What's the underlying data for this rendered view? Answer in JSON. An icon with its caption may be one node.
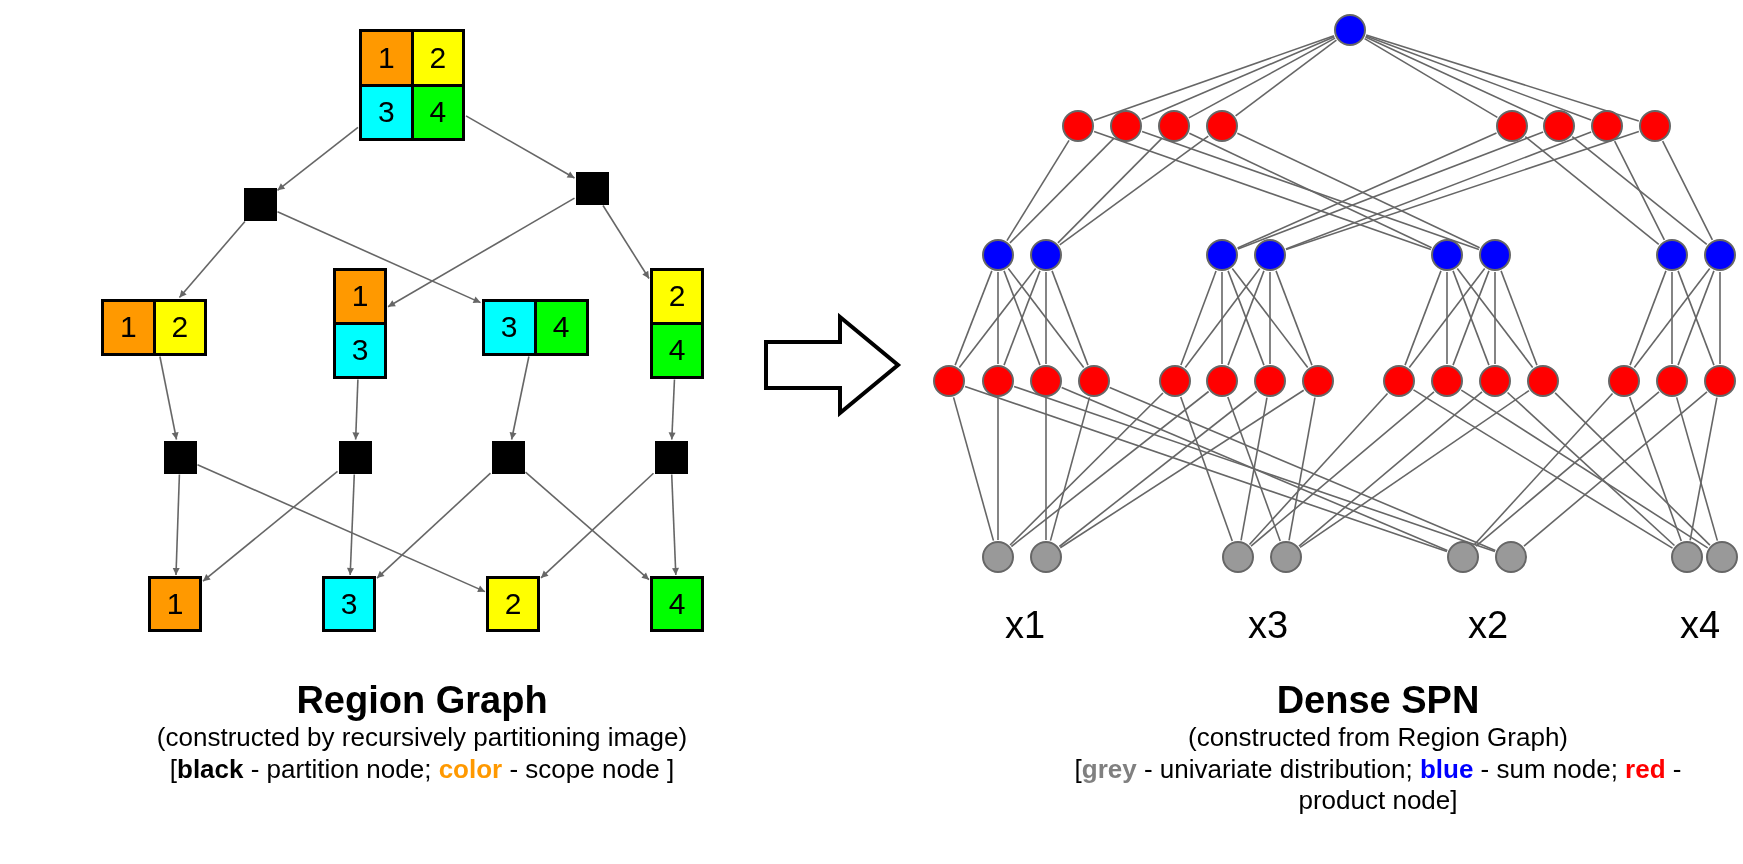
{
  "diagram": {
    "nodes": [
      {
        "text": [
          "1",
          "2",
          "3",
          "4"
        ]
      },
      {
        "text": [],
        "shape": "box"
      },
      {
        "text": [],
        "shape": "box"
      },
      {
        "text": [
          "1",
          "2"
        ]
      },
      {
        "text": [
          "1",
          "3"
        ]
      },
      {
        "text": [
          "3",
          "4"
        ]
      },
      {
        "text": [
          "2",
          "4"
        ]
      },
      {
        "text": [],
        "shape": "box"
      },
      {
        "text": [],
        "shape": "box"
      },
      {
        "text": [],
        "shape": "box"
      },
      {
        "text": [],
        "shape": "box"
      },
      {
        "text": [
          "1"
        ]
      },
      {
        "text": [
          "3"
        ]
      },
      {
        "text": [
          "2"
        ]
      },
      {
        "text": [
          "4"
        ]
      },
      {
        "text": [],
        "shape": "circle"
      },
      {
        "text": [],
        "shape": "circle"
      },
      {
        "text": [],
        "shape": "circle"
      },
      {
        "text": [],
        "shape": "circle"
      },
      {
        "text": [],
        "shape": "circle"
      },
      {
        "text": [],
        "shape": "circle"
      },
      {
        "text": [],
        "shape": "circle"
      },
      {
        "text": [],
        "shape": "circle"
      },
      {
        "text": [],
        "shape": "circle"
      },
      {
        "text": [],
        "shape": "circle"
      },
      {
        "text": [],
        "shape": "circle"
      },
      {
        "text": [],
        "shape": "circle"
      },
      {
        "text": [],
        "shape": "circle"
      },
      {
        "text": [],
        "shape": "circle"
      },
      {
        "text": [],
        "shape": "circle"
      },
      {
        "text": [],
        "shape": "circle"
      },
      {
        "text": [],
        "shape": "circle"
      },
      {
        "text": [],
        "shape": "circle"
      },
      {
        "text": [],
        "shape": "circle"
      },
      {
        "text": [],
        "shape": "circle"
      },
      {
        "text": [],
        "shape": "circle"
      },
      {
        "text": [],
        "shape": "circle"
      },
      {
        "text": [],
        "shape": "circle"
      },
      {
        "text": [],
        "shape": "circle"
      },
      {
        "text": [],
        "shape": "circle"
      },
      {
        "text": [],
        "shape": "circle"
      },
      {
        "text": [],
        "shape": "circle"
      },
      {
        "text": [],
        "shape": "circle"
      },
      {
        "text": [],
        "shape": "circle"
      },
      {
        "text": [],
        "shape": "circle"
      },
      {
        "text": [],
        "shape": "circle"
      },
      {
        "text": [],
        "shape": "circle"
      },
      {
        "text": [],
        "shape": "circle"
      },
      {
        "text": [],
        "shape": "circle"
      },
      {
        "text": [],
        "shape": "circle"
      },
      {
        "text": [],
        "shape": "circle"
      },
      {
        "text": [],
        "shape": "circle"
      },
      {
        "text": [],
        "shape": "circle"
      },
      {
        "text": [],
        "shape": "circle"
      },
      {
        "text": [],
        "shape": "circle"
      }
    ],
    "edges": [
      {
        "from": 0,
        "to": 1,
        "arrow": "to"
      },
      {
        "from": 0,
        "to": 2,
        "arrow": "to"
      },
      {
        "from": 1,
        "to": 3,
        "arrow": "to"
      },
      {
        "from": 1,
        "to": 5,
        "arrow": "to"
      },
      {
        "from": 2,
        "to": 4,
        "arrow": "to"
      },
      {
        "from": 2,
        "to": 6,
        "arrow": "to"
      },
      {
        "from": 3,
        "to": 7,
        "arrow": "to"
      },
      {
        "from": 4,
        "to": 8,
        "arrow": "to"
      },
      {
        "from": 5,
        "to": 9,
        "arrow": "to"
      },
      {
        "from": 6,
        "to": 10,
        "arrow": "to"
      },
      {
        "from": 7,
        "to": 11,
        "arrow": "to"
      },
      {
        "from": 7,
        "to": 13,
        "arrow": "to"
      },
      {
        "from": 8,
        "to": 11,
        "arrow": "to"
      },
      {
        "from": 8,
        "to": 12,
        "arrow": "to"
      },
      {
        "from": 9,
        "to": 12,
        "arrow": "to"
      },
      {
        "from": 9,
        "to": 14,
        "arrow": "to"
      },
      {
        "from": 10,
        "to": 13,
        "arrow": "to"
      },
      {
        "from": 10,
        "to": 14,
        "arrow": "to"
      },
      {
        "from": 15,
        "to": 16,
        "arrow": "none"
      },
      {
        "from": 15,
        "to": 17,
        "arrow": "none"
      },
      {
        "from": 15,
        "to": 18,
        "arrow": "none"
      },
      {
        "from": 15,
        "to": 19,
        "arrow": "none"
      },
      {
        "from": 15,
        "to": 20,
        "arrow": "none"
      },
      {
        "from": 15,
        "to": 21,
        "arrow": "none"
      },
      {
        "from": 15,
        "to": 22,
        "arrow": "none"
      },
      {
        "from": 15,
        "to": 23,
        "arrow": "none"
      },
      {
        "from": 16,
        "to": 24,
        "arrow": "none"
      },
      {
        "from": 16,
        "to": 28,
        "arrow": "none"
      },
      {
        "from": 17,
        "to": 24,
        "arrow": "none"
      },
      {
        "from": 17,
        "to": 29,
        "arrow": "none"
      },
      {
        "from": 18,
        "to": 25,
        "arrow": "none"
      },
      {
        "from": 18,
        "to": 28,
        "arrow": "none"
      },
      {
        "from": 19,
        "to": 25,
        "arrow": "none"
      },
      {
        "from": 19,
        "to": 29,
        "arrow": "none"
      },
      {
        "from": 20,
        "to": 26,
        "arrow": "none"
      },
      {
        "from": 20,
        "to": 30,
        "arrow": "none"
      },
      {
        "from": 21,
        "to": 26,
        "arrow": "none"
      },
      {
        "from": 21,
        "to": 31,
        "arrow": "none"
      },
      {
        "from": 22,
        "to": 27,
        "arrow": "none"
      },
      {
        "from": 22,
        "to": 30,
        "arrow": "none"
      },
      {
        "from": 23,
        "to": 27,
        "arrow": "none"
      },
      {
        "from": 23,
        "to": 31,
        "arrow": "none"
      },
      {
        "from": 24,
        "to": 32,
        "arrow": "none"
      },
      {
        "from": 24,
        "to": 33,
        "arrow": "none"
      },
      {
        "from": 24,
        "to": 34,
        "arrow": "none"
      },
      {
        "from": 24,
        "to": 35,
        "arrow": "none"
      },
      {
        "from": 25,
        "to": 32,
        "arrow": "none"
      },
      {
        "from": 25,
        "to": 33,
        "arrow": "none"
      },
      {
        "from": 25,
        "to": 34,
        "arrow": "none"
      },
      {
        "from": 25,
        "to": 35,
        "arrow": "none"
      },
      {
        "from": 26,
        "to": 36,
        "arrow": "none"
      },
      {
        "from": 26,
        "to": 37,
        "arrow": "none"
      },
      {
        "from": 26,
        "to": 38,
        "arrow": "none"
      },
      {
        "from": 26,
        "to": 39,
        "arrow": "none"
      },
      {
        "from": 27,
        "to": 36,
        "arrow": "none"
      },
      {
        "from": 27,
        "to": 37,
        "arrow": "none"
      },
      {
        "from": 27,
        "to": 38,
        "arrow": "none"
      },
      {
        "from": 27,
        "to": 39,
        "arrow": "none"
      },
      {
        "from": 28,
        "to": 40,
        "arrow": "none"
      },
      {
        "from": 28,
        "to": 41,
        "arrow": "none"
      },
      {
        "from": 28,
        "to": 42,
        "arrow": "none"
      },
      {
        "from": 28,
        "to": 43,
        "arrow": "none"
      },
      {
        "from": 29,
        "to": 40,
        "arrow": "none"
      },
      {
        "from": 29,
        "to": 41,
        "arrow": "none"
      },
      {
        "from": 29,
        "to": 42,
        "arrow": "none"
      },
      {
        "from": 29,
        "to": 43,
        "arrow": "none"
      },
      {
        "from": 30,
        "to": 44,
        "arrow": "none"
      },
      {
        "from": 30,
        "to": 45,
        "arrow": "none"
      },
      {
        "from": 30,
        "to": 46,
        "arrow": "none"
      },
      {
        "from": 31,
        "to": 44,
        "arrow": "none"
      },
      {
        "from": 31,
        "to": 45,
        "arrow": "none"
      },
      {
        "from": 31,
        "to": 46,
        "arrow": "none"
      },
      {
        "from": 32,
        "to": 47,
        "arrow": "none"
      },
      {
        "from": 32,
        "to": 51,
        "arrow": "none"
      },
      {
        "from": 33,
        "to": 47,
        "arrow": "none"
      },
      {
        "from": 33,
        "to": 52,
        "arrow": "none"
      },
      {
        "from": 34,
        "to": 48,
        "arrow": "none"
      },
      {
        "from": 34,
        "to": 51,
        "arrow": "none"
      },
      {
        "from": 35,
        "to": 48,
        "arrow": "none"
      },
      {
        "from": 35,
        "to": 52,
        "arrow": "none"
      },
      {
        "from": 36,
        "to": 47,
        "arrow": "none"
      },
      {
        "from": 36,
        "to": 49,
        "arrow": "none"
      },
      {
        "from": 37,
        "to": 47,
        "arrow": "none"
      },
      {
        "from": 37,
        "to": 50,
        "arrow": "none"
      },
      {
        "from": 38,
        "to": 48,
        "arrow": "none"
      },
      {
        "from": 38,
        "to": 49,
        "arrow": "none"
      },
      {
        "from": 39,
        "to": 48,
        "arrow": "none"
      },
      {
        "from": 39,
        "to": 50,
        "arrow": "none"
      },
      {
        "from": 40,
        "to": 49,
        "arrow": "none"
      },
      {
        "from": 40,
        "to": 53,
        "arrow": "none"
      },
      {
        "from": 41,
        "to": 49,
        "arrow": "none"
      },
      {
        "from": 41,
        "to": 54,
        "arrow": "none"
      },
      {
        "from": 42,
        "to": 50,
        "arrow": "none"
      },
      {
        "from": 42,
        "to": 53,
        "arrow": "none"
      },
      {
        "from": 43,
        "to": 50,
        "arrow": "none"
      },
      {
        "from": 43,
        "to": 54,
        "arrow": "none"
      },
      {
        "from": 44,
        "to": 51,
        "arrow": "none"
      },
      {
        "from": 44,
        "to": 53,
        "arrow": "none"
      },
      {
        "from": 45,
        "to": 51,
        "arrow": "none"
      },
      {
        "from": 45,
        "to": 54,
        "arrow": "none"
      },
      {
        "from": 46,
        "to": 52,
        "arrow": "none"
      },
      {
        "from": 46,
        "to": 53,
        "arrow": "none"
      }
    ],
    "labels": [
      "x1",
      "x3",
      "x2",
      "x4",
      "Region Graph",
      "(constructed by recursively partitioning image)",
      "[**black** - partition node; **color** - scope node ]",
      "Dense SPN",
      "(constructed from Region Graph)",
      "[**grey** - univariate distribution; **blue** - sum node; **red** - product node]"
    ]
  }
}
